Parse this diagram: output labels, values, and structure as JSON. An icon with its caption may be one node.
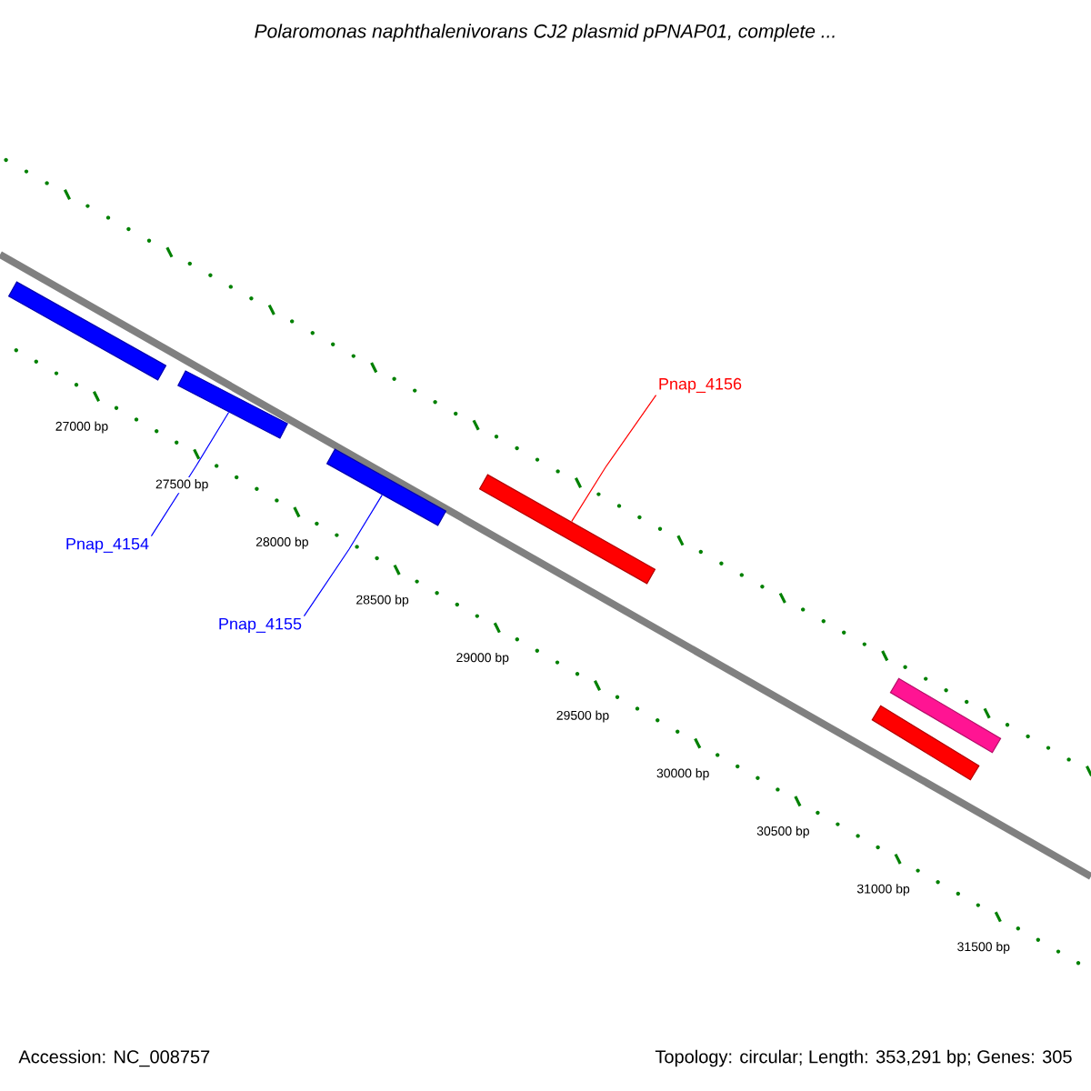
{
  "diagram": {
    "title": "Polaromonas naphthalenivorans CJ2 plasmid pPNAP01, complete ...",
    "nodes": [
      {
        "text": [],
        "shape": "bar"
      },
      {
        "text": [],
        "shape": "bar"
      },
      {
        "text": [],
        "shape": "bar"
      },
      {
        "text": [],
        "shape": "bar"
      },
      {
        "text": [],
        "shape": "bar"
      },
      {
        "text": [],
        "shape": "bar"
      },
      {
        "text": [
          "Pnap_4154"
        ]
      },
      {
        "text": [
          "Pnap_4155"
        ]
      },
      {
        "text": [
          "Pnap_4156"
        ]
      }
    ],
    "edges": [
      {
        "from": 6,
        "to": 1,
        "arrow": "none",
        "color": "#0000ff"
      },
      {
        "from": 7,
        "to": 2,
        "arrow": "none",
        "color": "#0000ff"
      },
      {
        "from": 8,
        "to": 3,
        "arrow": "none",
        "color": "#ff0000"
      }
    ],
    "labels": [
      "27000 bp",
      "27500 bp",
      "28000 bp",
      "28500 bp",
      "29000 bp",
      "29500 bp",
      "30000 bp",
      "30500 bp",
      "31000 bp",
      "31500 bp",
      "Accession: NC_008757",
      "Topology: circular; Length: 353,291 bp; Genes: 305"
    ]
  }
}
